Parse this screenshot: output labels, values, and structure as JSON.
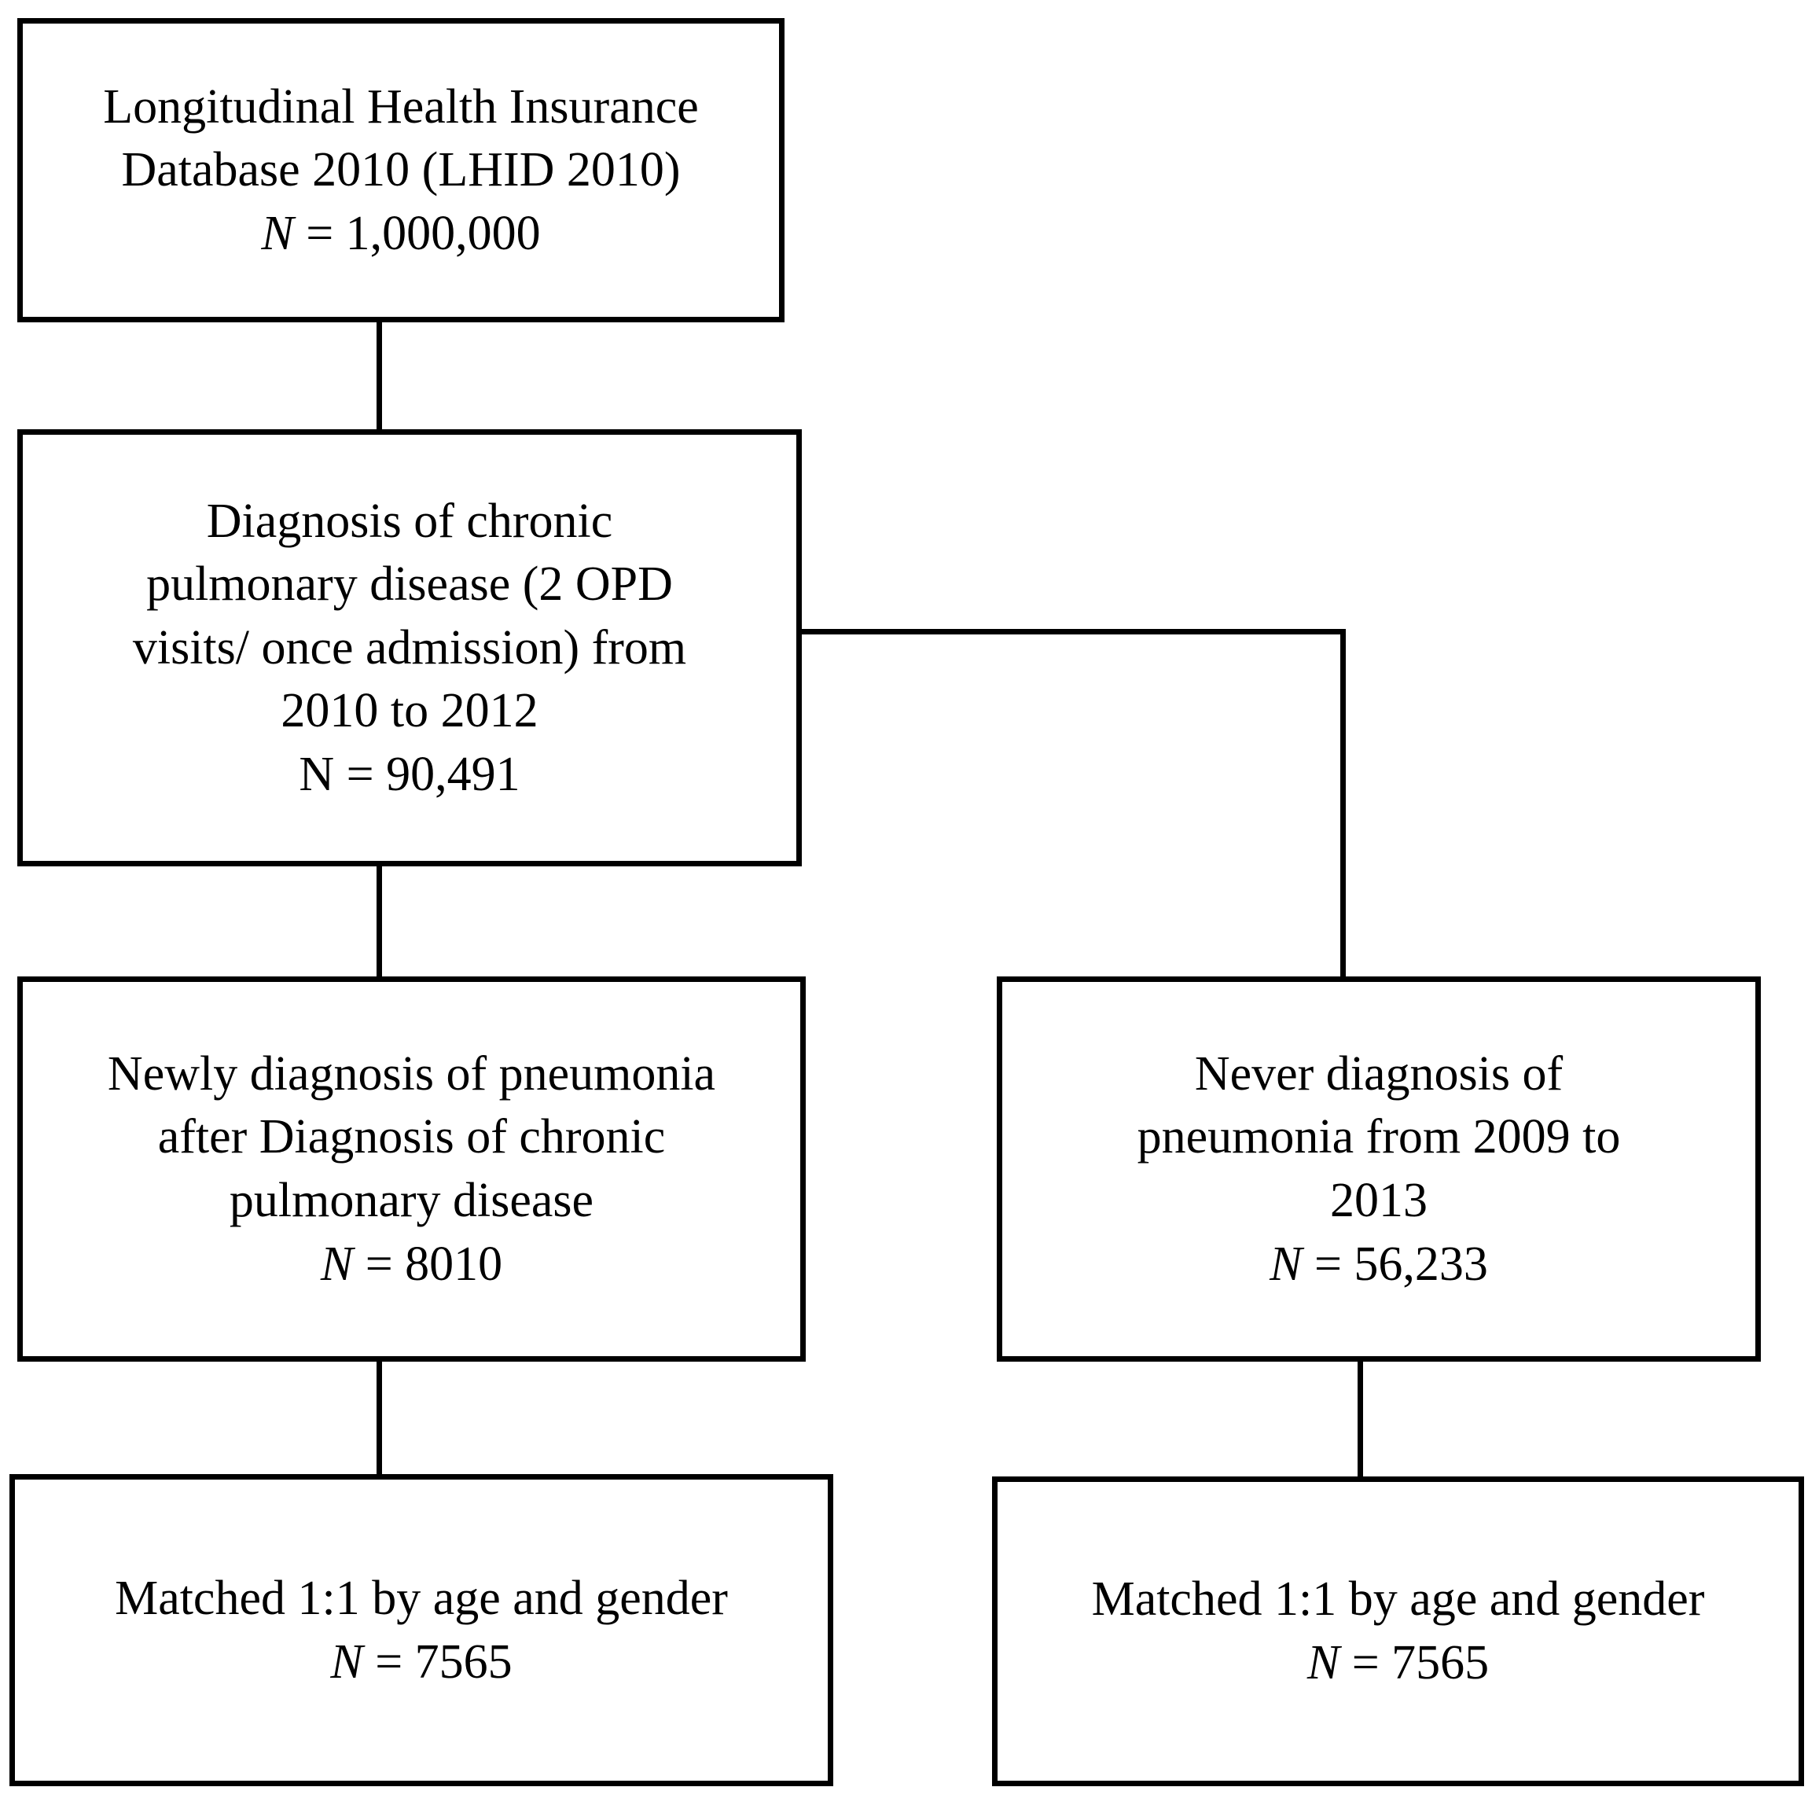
{
  "diagram": {
    "type": "flowchart",
    "orientation": "top-down",
    "nodes": [
      {
        "id": "source-cohort",
        "lines": [
          "Longitudinal Health Insurance",
          "Database 2010 (LHID 2010)"
        ],
        "count_symbol": "N",
        "count_symbol_style": "italic",
        "count_text": "= 1,000,000",
        "count_value": "1,000,000"
      },
      {
        "id": "chronic-pulmonary-disease",
        "lines": [
          "Diagnosis of chronic",
          "pulmonary disease (2 OPD",
          "visits/ once admission) from",
          "2010 to 2012"
        ],
        "count_symbol": "N",
        "count_symbol_style": "upright",
        "count_text": "= 90,491",
        "count_value": "90,491"
      },
      {
        "id": "newly-diagnosed-pneumonia",
        "lines": [
          "Newly diagnosis of pneumonia",
          "after Diagnosis of chronic",
          "pulmonary disease"
        ],
        "count_symbol": "N",
        "count_symbol_style": "italic",
        "count_text": "= 8010",
        "count_value": "8010"
      },
      {
        "id": "never-diagnosed-pneumonia",
        "lines": [
          "Never diagnosis of",
          "pneumonia from 2009 to",
          "2013"
        ],
        "count_symbol": "N",
        "count_symbol_style": "italic",
        "count_text": "= 56,233",
        "count_value": "56,233"
      },
      {
        "id": "matched-case",
        "lines": [
          "Matched 1:1 by age and gender"
        ],
        "count_symbol": "N",
        "count_symbol_style": "italic",
        "count_text": "= 7565",
        "count_value": "7565"
      },
      {
        "id": "matched-control",
        "lines": [
          "Matched 1:1 by age and gender"
        ],
        "count_symbol": "N",
        "count_symbol_style": "italic",
        "count_text": "= 7565",
        "count_value": "7565"
      }
    ],
    "colors": {
      "stroke": "#000000",
      "background": "#ffffff",
      "text": "#000000"
    }
  }
}
